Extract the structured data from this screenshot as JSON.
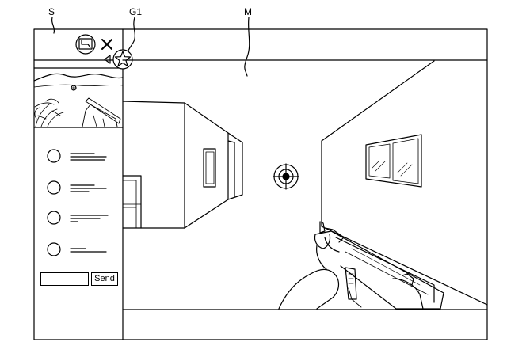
{
  "labels": {
    "s": "S",
    "g1": "G1",
    "m": "M"
  },
  "chat": {
    "send_label": "Send",
    "input_value": "",
    "item_count_visible": 4
  },
  "icons": {
    "map_toggle": "map-icon",
    "close": "close-icon",
    "collapse": "triangle-left-icon",
    "favorite": "star-icon",
    "crosshair": "crosshair-icon"
  },
  "colors": {
    "line": "#000000",
    "background": "#ffffff"
  }
}
